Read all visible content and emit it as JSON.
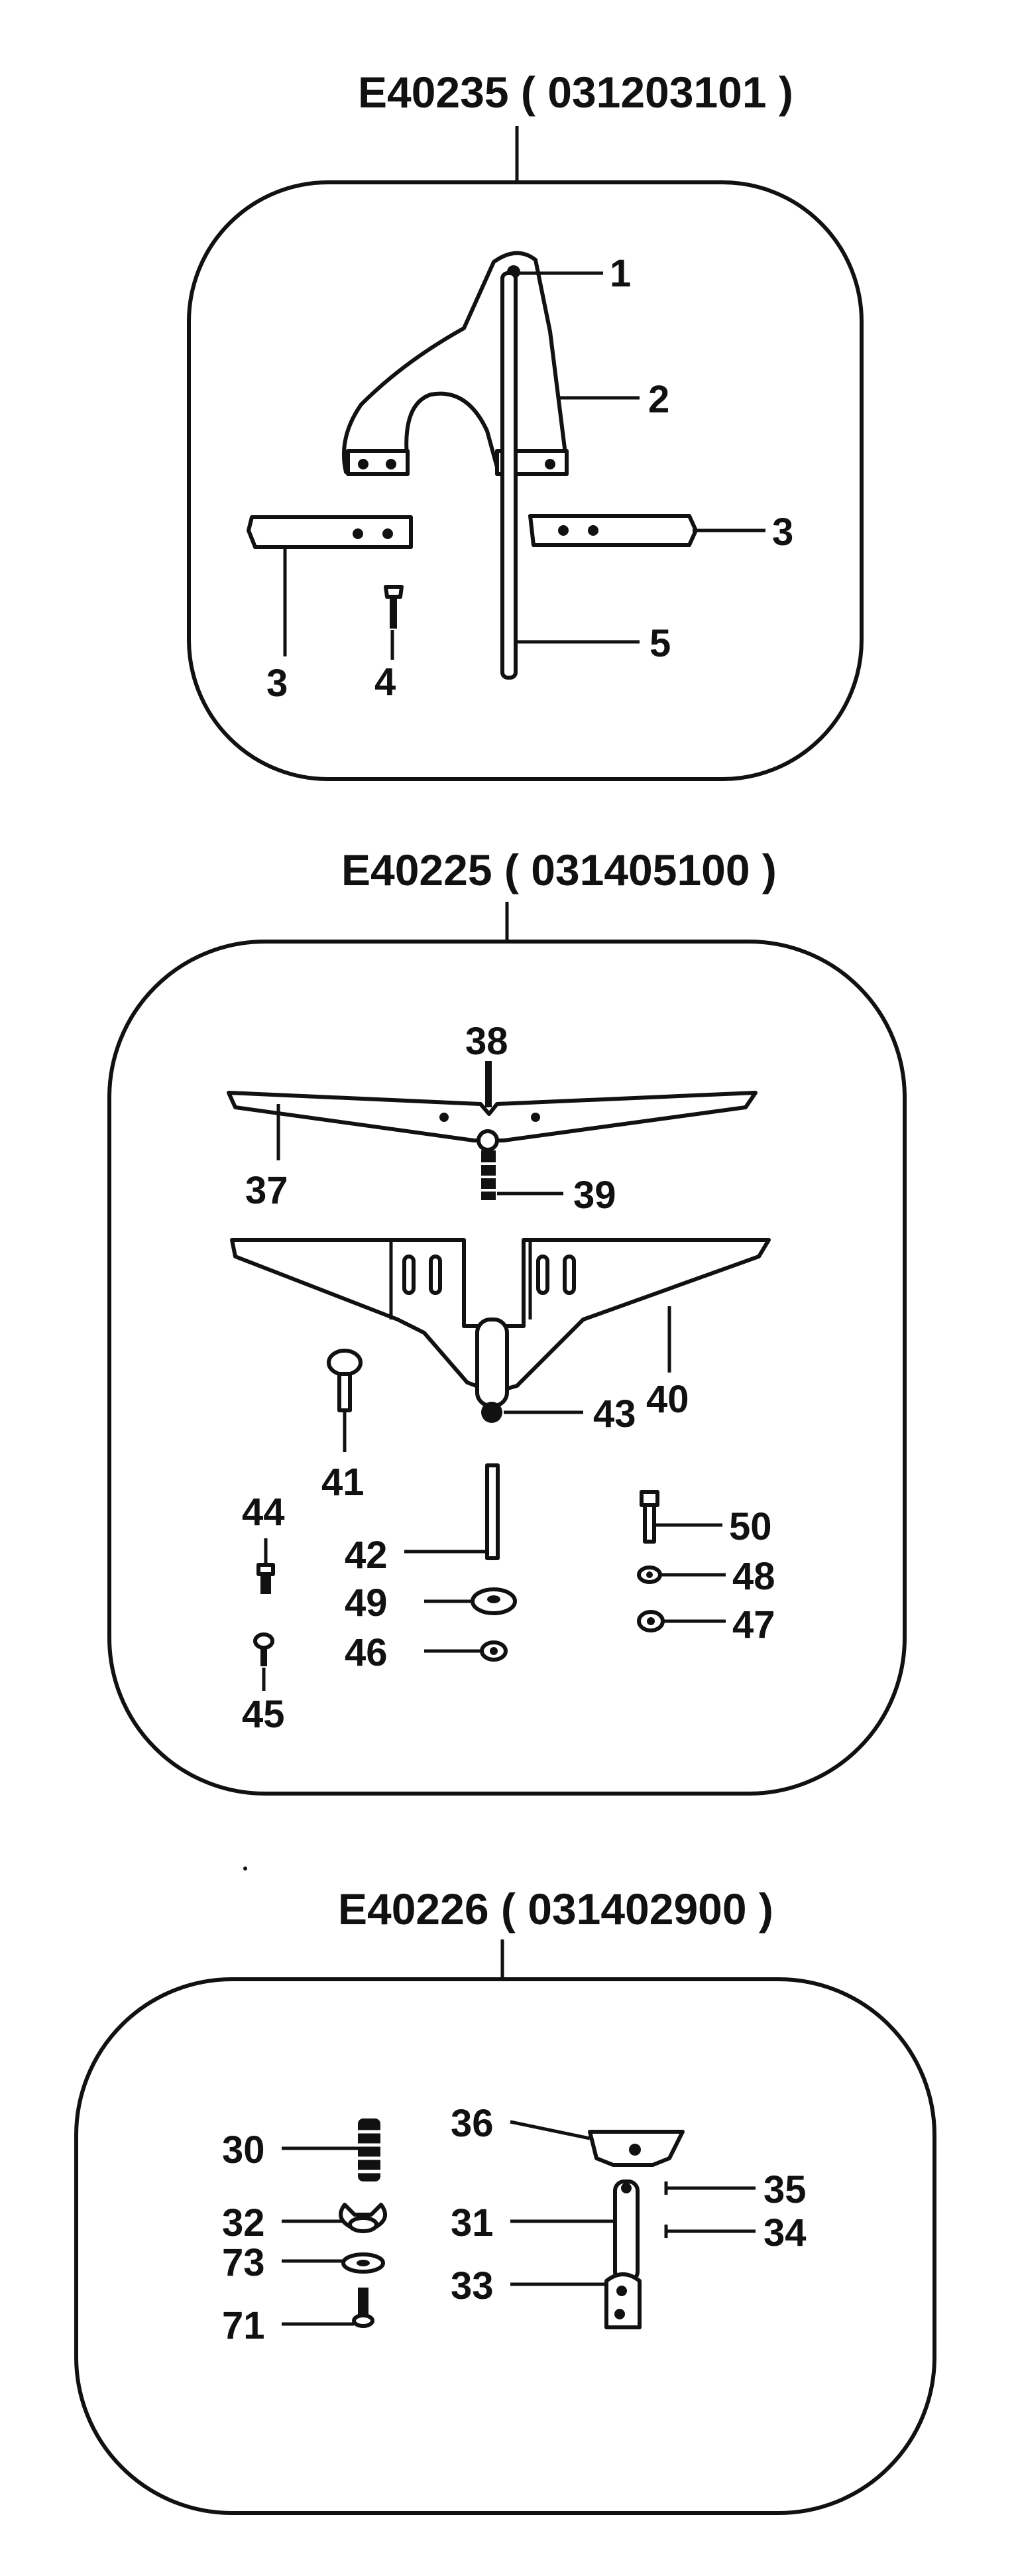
{
  "assemblies": [
    {
      "title": "E40235 ( 031203101 )",
      "labels": [
        "1",
        "2",
        "3",
        "3",
        "4",
        "5"
      ],
      "parts": [
        "pivot-bracket",
        "pivot-pin",
        "clamp-bar-left",
        "clamp-bar-right",
        "screw",
        "rod"
      ]
    },
    {
      "title": "E40225 ( 031405100 )",
      "labels": [
        "38",
        "37",
        "39",
        "40",
        "41",
        "43",
        "44",
        "42",
        "50",
        "48",
        "49",
        "47",
        "46",
        "45"
      ],
      "parts": [
        "upper-plate",
        "pin",
        "stud",
        "lower-bracket",
        "knob-bolt",
        "hinge-pin",
        "bolt",
        "rod",
        "hex-bolt",
        "washer",
        "nut",
        "screw"
      ]
    },
    {
      "title": "E40226 ( 031402900 )",
      "labels": [
        "36",
        "30",
        "35",
        "31",
        "32",
        "34",
        "73",
        "33",
        "71"
      ],
      "parts": [
        "top-plate",
        "spring",
        "shaft",
        "wing-nut",
        "washer",
        "clamp-block",
        "screw",
        "clip"
      ]
    }
  ]
}
